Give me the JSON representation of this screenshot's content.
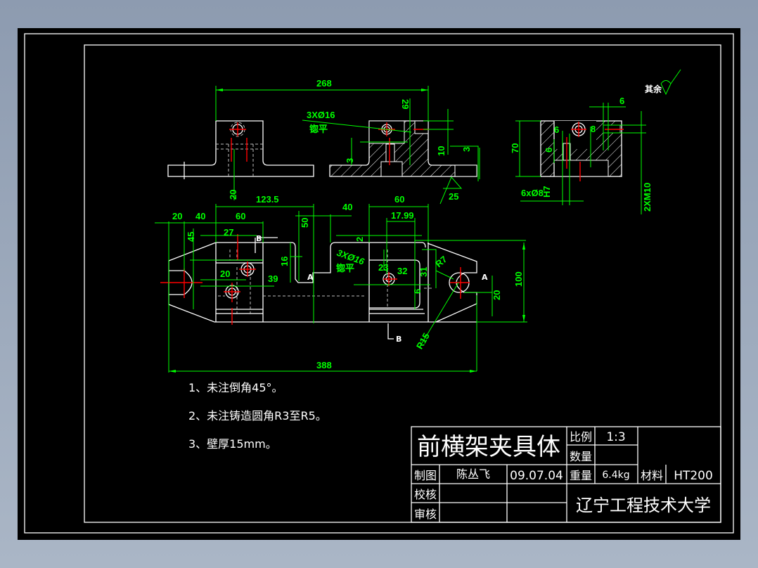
{
  "title_block": {
    "part_name": "前横架夹具体",
    "scale_label": "比例",
    "scale_value": "1:3",
    "quantity_label": "数量",
    "drawn_label": "制图",
    "drawn_by": "陈丛飞",
    "date": "09.07.04",
    "weight_label": "重量",
    "weight_value": "6.4kg",
    "material_label": "材料",
    "material_value": "HT200",
    "check_label": "校核",
    "review_label": "审核",
    "school": "辽宁工程技术大学"
  },
  "notes": [
    "1、未注倒角45°。",
    "2、未注铸造圆角R3至R5。",
    "3、壁厚15mm。"
  ],
  "surface_note": "其余",
  "front_view": {
    "dim_268": "268",
    "hole_note": "3XØ16",
    "hole_note2": "锪平",
    "dim_29": "29",
    "dim_10": "10",
    "dim_3a": "3",
    "dim_3b": "3",
    "dim_20": "20",
    "roughness_25": "25"
  },
  "side_view": {
    "dim_6_top": "6",
    "dim_6": "6",
    "dim_8": "8",
    "dim_6b": "6",
    "dim_70": "70",
    "hole_note": "6xØ8",
    "fit": "H7",
    "thread": "2XM10"
  },
  "plan_view": {
    "dim_123_5": "123.5",
    "dim_60": "60",
    "dim_40": "40",
    "dim_20": "20",
    "dim_40b": "40",
    "dim_60b": "60",
    "dim_45": "45",
    "dim_27": "27",
    "dim_50": "50",
    "dim_16": "16",
    "dim_20b": "20",
    "dim_39": "39",
    "dim_2": "2",
    "dim_17_99": "17.99",
    "hole_note": "3XØ16",
    "hole_note2": "锪平",
    "dim_23": "23",
    "dim_32": "32",
    "dim_31": "31",
    "dim_6": "6",
    "dim_r7": "R7",
    "dim_r15": "R15",
    "dim_100": "100",
    "dim_20c": "20",
    "dim_388": "388",
    "section_a": "A",
    "section_a2": "A",
    "section_b": "B",
    "section_b2": "B"
  },
  "colors": {
    "background": "#000000",
    "outline": "#ffffff",
    "dimension": "#00ff00",
    "centerline": "#ff0000"
  }
}
